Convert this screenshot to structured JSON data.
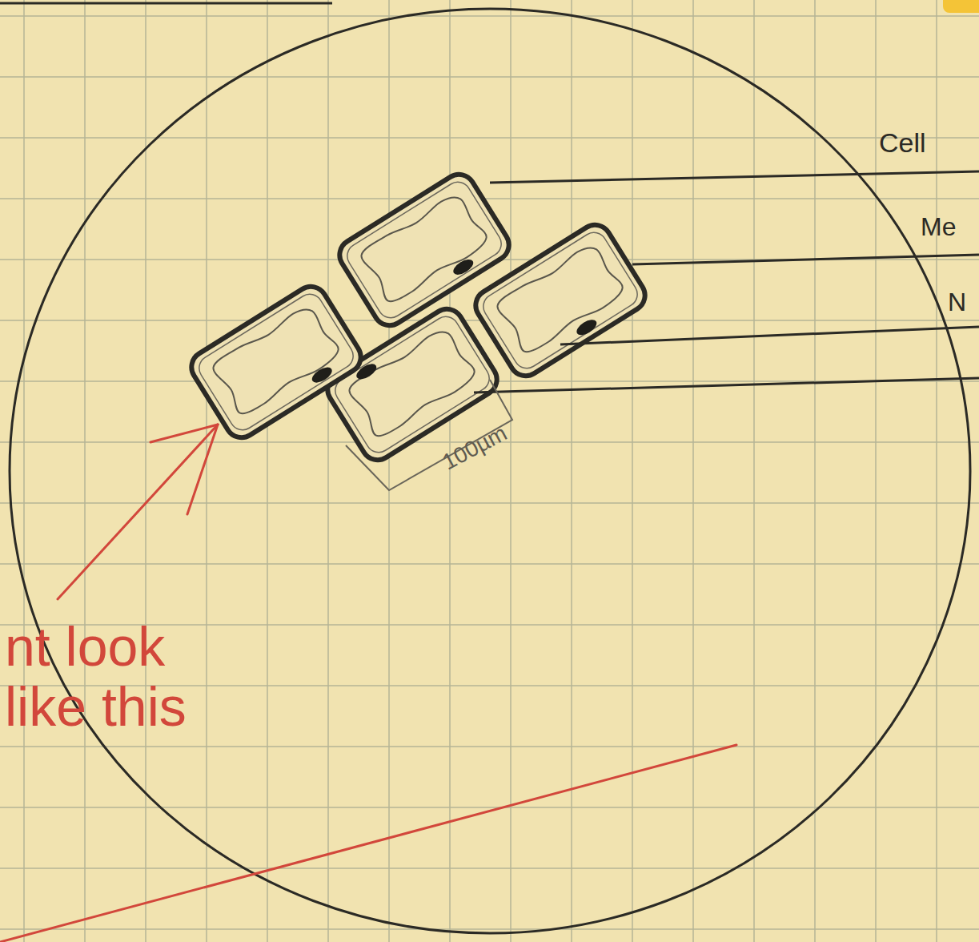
{
  "diagram": {
    "labels": [
      "Cell",
      "Me",
      "N",
      "100µm",
      "nt look like this"
    ]
  }
}
